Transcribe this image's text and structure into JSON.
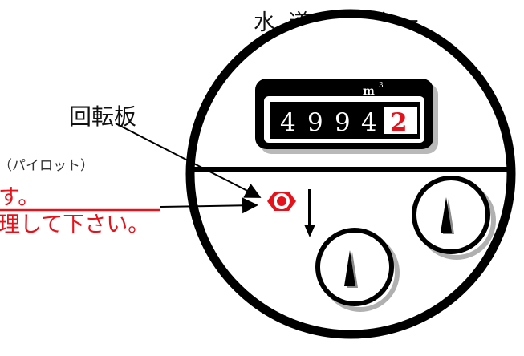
{
  "title": "水 道 メーター",
  "labels": {
    "rotating_plate": "回転板",
    "pilot": "（パイロット）",
    "warning_line1": "す。",
    "warning_line2": "理して下さい。"
  },
  "counter": {
    "unit": "m",
    "unit_exponent": "3",
    "black_digits": [
      "4",
      "9",
      "9",
      "4"
    ],
    "red_digit": "2"
  },
  "colors": {
    "warning_text": "#e5121b",
    "pilot_fill": "#e5121b",
    "outline": "#000000"
  },
  "icons": {
    "pilot_indicator": "hexagon-dot-icon",
    "dial": "needle-dial-icon",
    "direction": "down-arrow-icon"
  }
}
